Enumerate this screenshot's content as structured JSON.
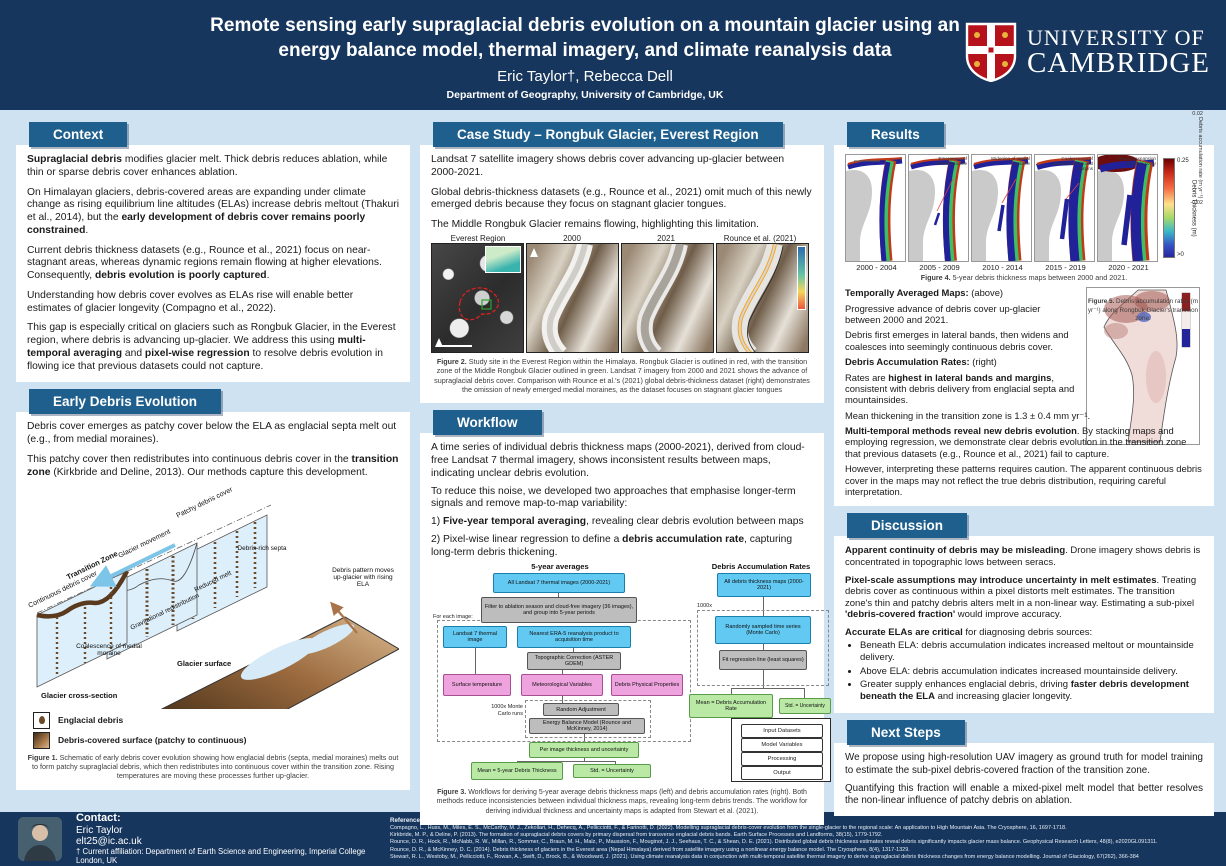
{
  "colors": {
    "navy": "#17365d",
    "page_bg": "#cfe2f1",
    "tab_blue": "#1e5f8e",
    "flow_blue": "#62c9f2",
    "flow_pink": "#efa3de",
    "flow_gray": "#bdbdbd",
    "flow_green": "#b9e9a5"
  },
  "header": {
    "title": "Remote sensing early supraglacial debris evolution on a mountain glacier using an energy balance model, thermal imagery, and climate reanalysis data",
    "authors": "Eric Taylor†, Rebecca Dell",
    "affiliation": "Department of Geography, University of Cambridge, UK",
    "logo_line1": "UNIVERSITY OF",
    "logo_line2": "CAMBRIDGE"
  },
  "context": {
    "tab": "Context",
    "p": [
      [
        {
          "t": "Supraglacial debris",
          "b": true
        },
        {
          "t": " modifies glacier melt. Thick debris reduces ablation, while thin or sparse debris cover enhances ablation."
        }
      ],
      [
        {
          "t": "On Himalayan glaciers, debris-covered areas are expanding under climate change as rising equilibrium line altitudes (ELAs) increase debris meltout (Thakuri et al., 2014), but the "
        },
        {
          "t": "early development of debris cover remains poorly constrained",
          "b": true
        },
        {
          "t": "."
        }
      ],
      [
        {
          "t": "Current debris thickness datasets (e.g., Rounce et al., 2021) focus on near-stagnant areas, whereas dynamic regions remain flowing at higher elevations. Consequently, "
        },
        {
          "t": "debris evolution is poorly captured",
          "b": true
        },
        {
          "t": "."
        }
      ],
      [
        {
          "t": "Understanding how debris cover evolves as ELAs rise will enable better estimates of glacier longevity (Compagno et al., 2022)."
        }
      ],
      [
        {
          "t": "This gap is especially critical on glaciers such as Rongbuk Glacier, in the Everest region, where debris is advancing up-glacier. We address this using "
        },
        {
          "t": "multi-temporal averaging",
          "b": true
        },
        {
          "t": " and "
        },
        {
          "t": "pixel-wise regression",
          "b": true
        },
        {
          "t": " to resolve debris evolution in flowing ice that previous datasets could not capture."
        }
      ]
    ]
  },
  "early": {
    "tab": "Early Debris Evolution",
    "p": [
      [
        {
          "t": "Debris cover emerges as patchy cover below the ELA as englacial septa melt out (e.g., from medial moraines)."
        }
      ],
      [
        {
          "t": "This patchy cover then redistributes into continuous debris cover in the "
        },
        {
          "t": "transition zone",
          "b": true
        },
        {
          "t": " (Kirkbride and Deline, 2013). Our methods capture this development."
        }
      ]
    ],
    "fig1": {
      "labels": {
        "continuous": "Continuous debris cover",
        "transition": "Transition Zone",
        "movement": "Glacier movement",
        "patchy": "Patchy debris cover",
        "septa": "Debris-rich septa",
        "reduced": "Reduced melt",
        "redistribution": "Gravitational redistribution",
        "coalescence": "Coalescence of medial moraine",
        "pattern": "Debris pattern moves up-glacier with rising ELA",
        "cross_section": "Glacier cross-section",
        "surface": "Glacier surface"
      },
      "legend": [
        "Englacial debris",
        "Debris-covered surface (patchy to continuous)"
      ],
      "caption_lead": "Figure 1.",
      "caption": " Schematic of early debris cover evolution showing how englacial debris (septa, medial moraines) melts out to form patchy supraglacial debris, which then redistributes into continuous cover within the transition zone. Rising temperatures are moving these processes further up-glacier."
    }
  },
  "case_study": {
    "tab": "Case Study – Rongbuk Glacier, Everest Region",
    "p": [
      [
        {
          "t": "Landsat 7 satellite imagery shows debris cover advancing up-glacier between 2000-2021."
        }
      ],
      [
        {
          "t": "Global debris-thickness datasets (e.g., Rounce et al., 2021) omit much of this newly emerged debris because they focus on stagnant glacier tongues."
        }
      ],
      [
        {
          "t": "The Middle Rongbuk Glacier remains flowing, highlighting this limitation."
        }
      ]
    ],
    "fig2": {
      "panel_labels": [
        "Everest Region",
        "2000",
        "2021",
        "Rounce et al. (2021)"
      ],
      "caption_lead": "Figure 2.",
      "caption": " Study site in the Everest Region within the Himalaya. Rongbuk Glacier is outlined in red, with the transition zone of the Middle Rongbuk Glacier outlined in green. Landsat 7 imagery from 2000 and 2021 shows the advance of supraglacial debris cover. Comparison with Rounce et al.'s (2021) global debris-thickness dataset (right) demonstrates the omission of newly emerged medial moraines, as the dataset focuses on stagnant glacier tongues"
    }
  },
  "workflow": {
    "tab": "Workflow",
    "p": [
      [
        {
          "t": "A time series of individual debris thickness maps (2000-2021), derived from cloud-free Landsat 7 thermal imagery, shows inconsistent results between maps, indicating unclear debris evolution."
        }
      ],
      [
        {
          "t": "To reduce this noise, we developed two approaches that emphasise longer-term signals and remove map-to-map variability:"
        }
      ],
      [
        {
          "t": "1) "
        },
        {
          "t": "Five-year temporal averaging",
          "b": true
        },
        {
          "t": ", revealing clear debris evolution between maps"
        }
      ],
      [
        {
          "t": "2) Pixel-wise linear regression to define a "
        },
        {
          "t": "debris accumulation rate",
          "b": true
        },
        {
          "t": ", capturing long-term debris thickening."
        }
      ]
    ],
    "fig3": {
      "left_title": "5-year averages",
      "right_title": "Debris Accumulation Rates",
      "for_each": "For each image:",
      "mc_runs": "1000x Monte Carlo runs",
      "x1000": "1000x",
      "boxes": {
        "b1": "All Landsat 7 thermal images (2000-2021)",
        "b2": "Filter to ablation season and cloud-free imagery (36 images), and group into 5-year periods",
        "b3": "Landsat 7 thermal image",
        "b4": "Nearest ERA-5 reanalysis product to acquisition time",
        "b5": "Topographic Correction (ASTER GDEM)",
        "b6": "Surface temperature",
        "b7": "Meteorological Variables",
        "b8": "Debris Physical Properties",
        "b9": "Random Adjustment",
        "b10": "Energy Balance Model (Rounce and McKinney, 2014)",
        "b11": "Per image thickness and uncertainty",
        "b12": "Mean = 5-year Debris Thickness",
        "b13": "Std. = Uncertainty",
        "r1": "All debris thickness maps (2000-2021)",
        "r2": "Randomly sampled time series (Monte Carlo)",
        "r3": "Fit regression line (least squares)",
        "r4": "Mean = Debris Accumulation Rate",
        "r5": "Std. = Uncertainty"
      },
      "legend": [
        "Input Datasets",
        "Model Variables",
        "Processing",
        "Output"
      ],
      "caption_lead": "Figure 3.",
      "caption": " Workflows for deriving 5-year average debris thickness maps (left) and debris accumulation rates (right). Both methods reduce inconsistencies between individual thickness maps, revealing long-term debris trends. The workflow for deriving individual thickness and uncertainty maps is adapted from Stewart et al. (2021)."
    }
  },
  "results": {
    "tab": "Results",
    "fig4": {
      "panels": [
        {
          "label": "2000 - 2004",
          "anno": ""
        },
        {
          "label": "2005 - 2009",
          "anno": "Emergence of medial moraine"
        },
        {
          "label": "2010 - 2014",
          "anno": "Widening of medial moraine"
        },
        {
          "label": "2015 - 2019",
          "anno": "Coalescence of medial moraine and margins"
        },
        {
          "label": "2020 - 2021",
          "anno": "Upward expansion of debris cover"
        }
      ],
      "cbar_top": "0.25",
      "cbar_bottom": ">0",
      "cbar_label": "Debris Thickness (m)",
      "caption_lead": "Figure 4.",
      "caption": " 5-year debris thickness maps between 2000 and 2021."
    },
    "p": [
      [
        {
          "t": "Temporally Averaged Maps:",
          "b": true
        },
        {
          "t": " (above)"
        }
      ],
      [
        {
          "t": "Progressive advance of debris cover up-glacier between 2000 and 2021."
        }
      ],
      [
        {
          "t": "Debris first emerges in lateral bands, then widens and coalesces into seemingly continuous debris cover."
        }
      ],
      [
        {
          "t": "Debris Accumulation Rates:",
          "b": true
        },
        {
          "t": " (right)"
        }
      ],
      [
        {
          "t": "Rates are "
        },
        {
          "t": "highest in lateral bands and margins",
          "b": true
        },
        {
          "t": ", consistent with debris delivery from englacial septa and mountainsides."
        }
      ],
      [
        {
          "t": "Mean thickening in the transition zone is 1.3 ± 0.4 mm yr⁻¹."
        }
      ],
      [
        {
          "t": "Multi-temporal methods reveal new debris evolution",
          "b": true
        },
        {
          "t": ". By stacking maps and employing regression, we demonstrate clear debris evolution in the transition zone that previous datasets (e.g., Rounce et al., 2021) fail to capture."
        }
      ],
      [
        {
          "t": "However, interpreting these patterns requires caution. The apparent continuous debris cover in the maps may not reflect the true debris distribution, requiring careful interpretation."
        }
      ]
    ],
    "fig5": {
      "cbar_top": "0.02",
      "cbar_bottom": "-0.02",
      "cbar_label": "Debris accumulation rate (m yr⁻¹)",
      "caption_lead": "Figure 5.",
      "caption": " Debris accumulation rates (m yr⁻¹) along Rongbuk Glacier's transition zone."
    }
  },
  "discussion": {
    "tab": "Discussion",
    "p": [
      [
        {
          "t": "Apparent continuity of debris may be misleading",
          "b": true
        },
        {
          "t": ". Drone imagery shows debris is concentrated in topographic lows between seracs."
        }
      ],
      [
        {
          "t": "Pixel-scale assumptions may introduce uncertainty in melt estimates",
          "b": true
        },
        {
          "t": ". Treating debris cover as continuous within a pixel distorts melt estimates. The transition zone's thin and patchy debris alters melt in a non-linear way. Estimating a sub-pixel "
        },
        {
          "t": "'debris-covered fraction'",
          "b": true
        },
        {
          "t": " would improve accuracy."
        }
      ],
      [
        {
          "t": "Accurate ELAs are critical",
          "b": true
        },
        {
          "t": " for diagnosing debris sources:"
        }
      ]
    ],
    "bullets": [
      [
        {
          "t": "Beneath ELA: debris accumulation indicates increased meltout or mountainside delivery."
        }
      ],
      [
        {
          "t": "Above ELA: debris accumulation indicates increased mountainside delivery."
        }
      ],
      [
        {
          "t": "Greater supply enhances englacial debris, driving "
        },
        {
          "t": "faster debris development beneath the ELA",
          "b": true
        },
        {
          "t": " and increasing glacier longevity."
        }
      ]
    ]
  },
  "next_steps": {
    "tab": "Next Steps",
    "p": [
      [
        {
          "t": "We propose using high-resolution UAV imagery as ground truth for model training to estimate the sub-pixel debris-covered fraction of the transition zone."
        }
      ],
      [
        {
          "t": "Quantifying this fraction will enable a mixed-pixel melt model that better resolves the non-linear influence of patchy debris on ablation."
        }
      ]
    ]
  },
  "footer": {
    "contact_heading": "Contact:",
    "name": "Eric Taylor",
    "email": "elt25@ic.ac.uk",
    "affiliation_note": "† Current affiliation: Department of Earth Science and Engineering, Imperial College London, UK",
    "references_heading": "References:",
    "references": [
      "Compagno, L., Huss, M., Miles, E. S., McCarthy, M. J., Zekollari, H., Dehecq, A., Pellicciotti, F., & Farinotti, D. (2022). Modelling supraglacial debris-cover evolution from the single-glacier to the regional scale: An application to High Mountain Asia. The Cryosphere, 16, 1697-1718.",
      "Kirkbride, M. P., & Deline, P. (2013). The formation of supraglacial debris covers by primary dispersal from transverse englacial debris bands. Earth Surface Processes and Landforms, 38(15), 1779-1792.",
      "Rounce, D. R., Hock, R., McNabb, R. W., Millan, R., Sommer, C., Braun, M. H., Malz, P., Maussion, F., Mouginot, J. J., Seehaus, T. C., & Shean, D. E. (2021). Distributed global debris thickness estimates reveal debris significantly impacts glacier mass balance. Geophysical Research Letters, 48(8), e2020GL091311.",
      "Rounce, D. R., & McKinney, D. C. (2014). Debris thickness of glaciers in the Everest area (Nepal Himalaya) derived from satellite imagery using a nonlinear energy balance model. The Cryosphere, 8(4), 1317-1329.",
      "Stewart, R. L., Westoby, M., Pellicciotti, F., Rowan, A., Swift, D., Brock, B., & Woodward, J. (2021). Using climate reanalysis data in conjunction with multi-temporal satellite thermal imagery to derive supraglacial debris thickness changes from energy balance modelling. Journal of Glaciology, 67(262), 366-384"
    ]
  }
}
